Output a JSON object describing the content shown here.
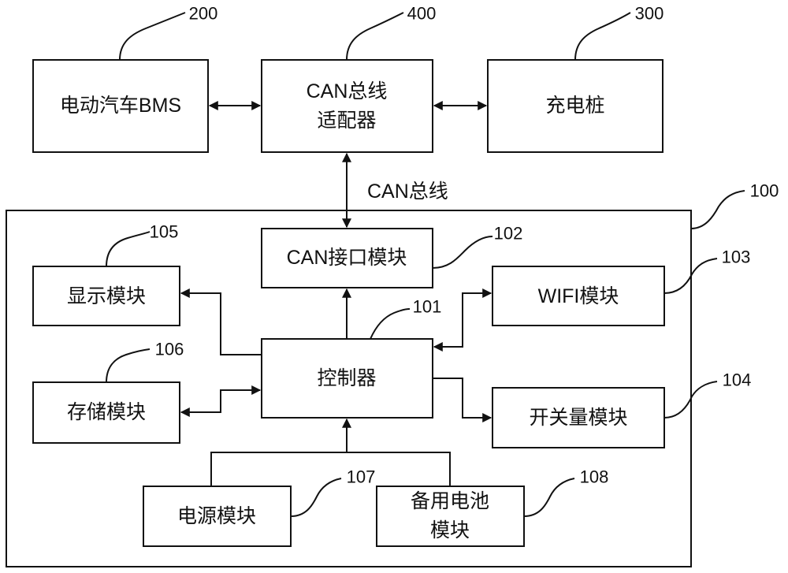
{
  "blocks": {
    "bms": {
      "label": "电动汽车BMS",
      "ref": "200"
    },
    "adapter": {
      "label_lines": [
        "CAN总线",
        "适配器"
      ],
      "ref": "400"
    },
    "charger": {
      "label": "充电桩",
      "ref": "300"
    },
    "device": {
      "ref": "100"
    },
    "can_iface": {
      "label": "CAN接口模块",
      "ref": "102"
    },
    "controller": {
      "label": "控制器",
      "ref": "101"
    },
    "display": {
      "label": "显示模块",
      "ref": "105"
    },
    "storage": {
      "label": "存储模块",
      "ref": "106"
    },
    "wifi": {
      "label": "WIFI模块",
      "ref": "103"
    },
    "switch": {
      "label": "开关量模块",
      "ref": "104"
    },
    "power": {
      "label": "电源模块",
      "ref": "107"
    },
    "battery": {
      "label_lines": [
        "备用电池",
        "模块"
      ],
      "ref": "108"
    }
  },
  "bus_label": "CAN总线",
  "colors": {
    "line": "#111111",
    "background": "#ffffff"
  }
}
